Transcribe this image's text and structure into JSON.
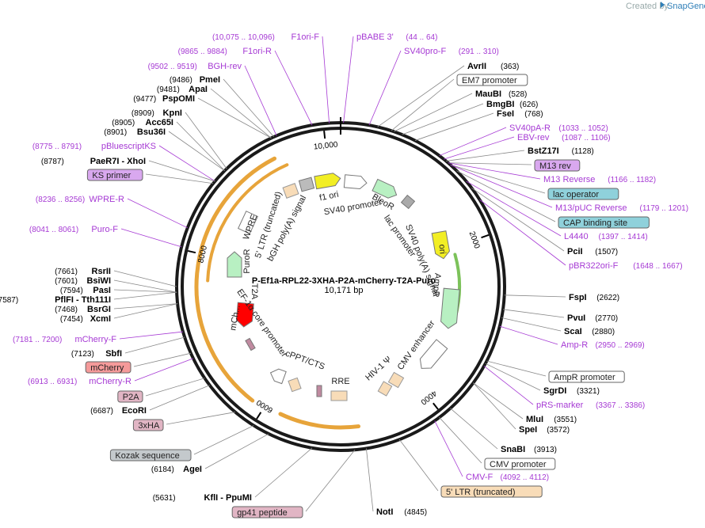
{
  "header": {
    "created_by": "Created by",
    "brand": "SnapGene"
  },
  "plasmid": {
    "name": "P-Ef1a-RPL22-3XHA-P2A-mCherry-T2A-Puro",
    "length": "10,171 bp"
  },
  "ticks": [
    "10,000",
    "2000",
    "4000",
    "6000",
    "8000"
  ],
  "right_labels": [
    {
      "kind": "primer",
      "name": "pBABE 3'",
      "pos": "(44 .. 64)"
    },
    {
      "kind": "primer",
      "name": "SV40pro-F",
      "pos": "(291 .. 310)"
    },
    {
      "kind": "site",
      "name": "AvrII",
      "pos": "(363)"
    },
    {
      "kind": "feature",
      "name": "EM7 promoter",
      "color": "#ffffff"
    },
    {
      "kind": "site",
      "name": "MauBI",
      "pos": "(528)"
    },
    {
      "kind": "site",
      "name": "BmgBI",
      "pos": "(626)"
    },
    {
      "kind": "site",
      "name": "FseI",
      "pos": "(768)"
    },
    {
      "kind": "primer",
      "name": "SV40pA-R",
      "pos": "(1033 .. 1052)"
    },
    {
      "kind": "primer",
      "name": "EBV-rev",
      "pos": "(1087 .. 1106)"
    },
    {
      "kind": "site",
      "name": "BstZ17I",
      "pos": "(1128)"
    },
    {
      "kind": "feature",
      "name": "M13 rev",
      "color": "#d9a8ef"
    },
    {
      "kind": "primer",
      "name": "M13 Reverse",
      "pos": "(1166 .. 1182)"
    },
    {
      "kind": "feature",
      "name": "lac operator",
      "color": "#8fd1db"
    },
    {
      "kind": "primer",
      "name": "M13/pUC Reverse",
      "pos": "(1179 .. 1201)"
    },
    {
      "kind": "feature",
      "name": "CAP binding site",
      "color": "#8fd1db"
    },
    {
      "kind": "primer",
      "name": "L4440",
      "pos": "(1397 .. 1414)"
    },
    {
      "kind": "site",
      "name": "PciI",
      "pos": "(1507)"
    },
    {
      "kind": "primer",
      "name": "pBR322ori-F",
      "pos": "(1648 .. 1667)"
    },
    {
      "kind": "site",
      "name": "FspI",
      "pos": "(2622)"
    },
    {
      "kind": "site",
      "name": "PvuI",
      "pos": "(2770)"
    },
    {
      "kind": "site",
      "name": "ScaI",
      "pos": "(2880)"
    },
    {
      "kind": "primer",
      "name": "Amp-R",
      "pos": "(2950 .. 2969)"
    },
    {
      "kind": "feature",
      "name": "AmpR promoter",
      "color": "#ffffff"
    },
    {
      "kind": "site",
      "name": "SgrDI",
      "pos": "(3321)"
    },
    {
      "kind": "primer",
      "name": "pRS-marker",
      "pos": "(3367 .. 3386)"
    },
    {
      "kind": "site",
      "name": "MluI",
      "pos": "(3551)"
    },
    {
      "kind": "site",
      "name": "SpeI",
      "pos": "(3572)"
    },
    {
      "kind": "site",
      "name": "SnaBI",
      "pos": "(3913)"
    },
    {
      "kind": "feature",
      "name": "CMV promoter",
      "color": "#ffffff"
    },
    {
      "kind": "primer",
      "name": "CMV-F",
      "pos": "(4092 .. 4112)"
    },
    {
      "kind": "feature",
      "name": "5' LTR (truncated)",
      "color": "#f8dcb8"
    },
    {
      "kind": "site",
      "name": "NotI",
      "pos": "(4845)"
    }
  ],
  "left_labels": [
    {
      "kind": "primer",
      "name": "F1ori-F",
      "pos": "(10,075 .. 10,096)"
    },
    {
      "kind": "primer",
      "name": "F1ori-R",
      "pos": "(9865 .. 9884)"
    },
    {
      "kind": "primer",
      "name": "BGH-rev",
      "pos": "(9502 .. 9519)"
    },
    {
      "kind": "site",
      "name": "PmeI",
      "pos": "(9486)"
    },
    {
      "kind": "site",
      "name": "ApaI",
      "pos": "(9481)"
    },
    {
      "kind": "site",
      "name": "PspOMI",
      "pos": "(9477)"
    },
    {
      "kind": "site",
      "name": "KpnI",
      "pos": "(8909)"
    },
    {
      "kind": "site",
      "name": "Acc65I",
      "pos": "(8905)"
    },
    {
      "kind": "site",
      "name": "Bsu36I",
      "pos": "(8901)"
    },
    {
      "kind": "primer",
      "name": "pBluescriptKS",
      "pos": "(8775 .. 8791)"
    },
    {
      "kind": "site",
      "name": "PaeR7I  - XhoI",
      "pos": "(8787)"
    },
    {
      "kind": "feature",
      "name": "KS primer",
      "color": "#d9a8ef"
    },
    {
      "kind": "primer",
      "name": "WPRE-R",
      "pos": "(8236 .. 8256)"
    },
    {
      "kind": "primer",
      "name": "Puro-F",
      "pos": "(8041 .. 8061)"
    },
    {
      "kind": "site",
      "name": "RsrII",
      "pos": "(7661)"
    },
    {
      "kind": "site",
      "name": "BsiWI",
      "pos": "(7601)"
    },
    {
      "kind": "site",
      "name": "PasI",
      "pos": "(7594)"
    },
    {
      "kind": "site",
      "name": "PflFI  - Tth111I",
      "pos": "(7587)"
    },
    {
      "kind": "site",
      "name": "BsrGI",
      "pos": "(7468)"
    },
    {
      "kind": "site",
      "name": "XcmI",
      "pos": "(7454)"
    },
    {
      "kind": "primer",
      "name": "mCherry-F",
      "pos": "(7181 .. 7200)"
    },
    {
      "kind": "site",
      "name": "SbfI",
      "pos": "(7123)"
    },
    {
      "kind": "feature",
      "name": "mCherry",
      "color": "#f59a9a"
    },
    {
      "kind": "primer",
      "name": "mCherry-R",
      "pos": "(6913 .. 6931)"
    },
    {
      "kind": "feature",
      "name": "P2A",
      "color": "#e1b5c4"
    },
    {
      "kind": "site",
      "name": "EcoRI",
      "pos": "(6687)"
    },
    {
      "kind": "feature",
      "name": "3xHA",
      "color": "#e1b5c4"
    },
    {
      "kind": "feature",
      "name": "Kozak sequence",
      "color": "#c4c9cc"
    },
    {
      "kind": "site",
      "name": "AgeI",
      "pos": "(6184)"
    },
    {
      "kind": "site",
      "name": "KflI  - PpuMI",
      "pos": "(5631)"
    },
    {
      "kind": "feature",
      "name": "gp41 peptide",
      "color": "#e1b5c4"
    }
  ],
  "map_features": [
    "f1 ori",
    "SV40 promoter",
    "BleoR",
    "lac promoter",
    "SV40 poly(A) signal",
    "ori",
    "AmpR",
    "CMV enhancer",
    "HIV-1 Ψ",
    "RRE",
    "cPPT/CTS",
    "EF-1α core promoter",
    "T2A",
    "PuroR",
    "WPRE",
    "5' LTR (truncated)",
    "bGH poly(A) signal",
    "mCh..."
  ]
}
